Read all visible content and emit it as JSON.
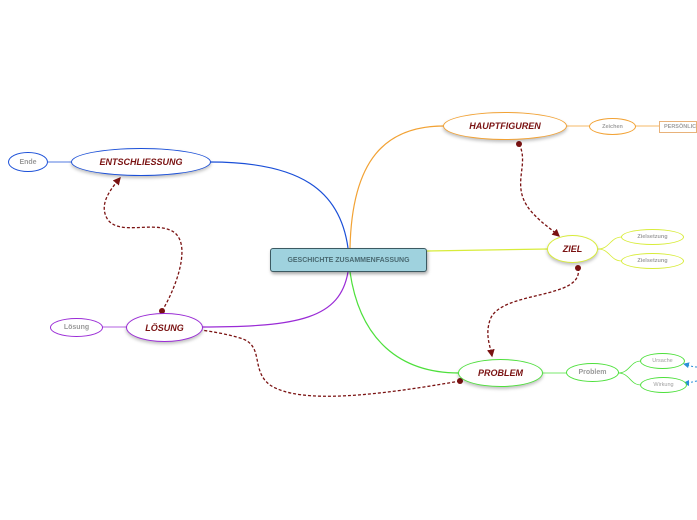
{
  "center": {
    "label": "GESCHICHTE ZUSAMMENFASSUNG"
  },
  "nodes": {
    "entschliessung": "ENTSCHLIESSUNG",
    "ende": "Ende",
    "loesung_main": "LÖSUNG",
    "loesung_sub": "Lösung",
    "hauptfiguren": "HAUPTFIGUREN",
    "zeichen": "Zeichen",
    "persoenlich": "PERSÖNLIC",
    "ziel": "ZIEL",
    "zielsetzung_1": "Zielsetzung",
    "zielsetzung_2": "Zielsetzung",
    "problem_main": "PROBLEM",
    "problem_sub": "Problem",
    "ursache": "Ursache",
    "wirkung": "Wirkung"
  },
  "colors": {
    "entschliessung": "#1a4fd8",
    "loesung": "#9a2bd6",
    "hauptfiguren": "#f2a234",
    "ziel": "#d8ec3a",
    "problem": "#4ee03c",
    "relation": "#7a1212",
    "arrow_blue": "#2a8fd8"
  }
}
